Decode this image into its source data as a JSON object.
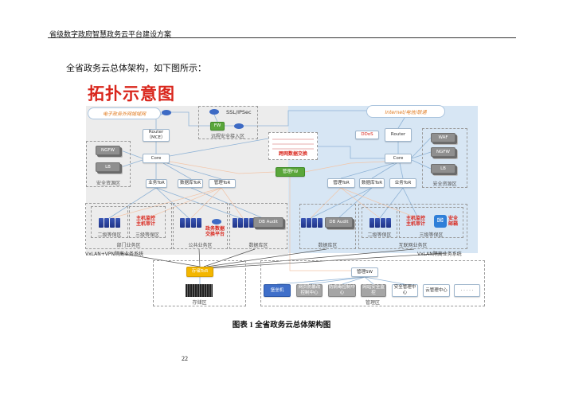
{
  "header": {
    "doc_title": "省级数字政府智慧政务云平台建设方案"
  },
  "intro": "全省政务云总体架构，如下图所示：",
  "caption": "图表 1 全省政务云总体架构图",
  "page_number": "22",
  "diagram": {
    "title": "拓扑示意图",
    "left": {
      "cloud": "电子政务外网城域网",
      "remote": {
        "ssl": "SSL/IPSec",
        "fw": "FW",
        "label": "远程安全接入区"
      },
      "router": "Router\n（MCE）",
      "core": "Core",
      "security": {
        "ngfw": "NGFW",
        "lb": "LB",
        "label": "安全资源区"
      },
      "tors": [
        "业务ToR",
        "数据库ToR",
        "管理ToR"
      ],
      "dept": {
        "label": "部门业务区",
        "level2": "二级等保区",
        "level3": "三级等保区",
        "host": "主机监控\n主机审计"
      },
      "public": {
        "label": "公共业务区",
        "exchange": "政务数据\n交换平台"
      },
      "db": {
        "label": "数据库区",
        "audit": "DB Audit"
      },
      "system": "VxLAN+VPN隔离业务系统"
    },
    "center": {
      "exchange": "跨网数据交换",
      "mgmt_fw": "管理FW"
    },
    "right": {
      "cloud": "Internet/电信/联通",
      "ddos": "DDoS",
      "router": "Router",
      "core": "Core",
      "security": {
        "waf": "WAF",
        "ngfw": "NGFW",
        "lb": "LB",
        "label": "安全资源区"
      },
      "tors": [
        "管理ToR",
        "数据库ToR",
        "业务ToR"
      ],
      "db": {
        "label": "数据库区",
        "audit": "DB Audit"
      },
      "internet": {
        "label": "互联网业务区",
        "level2": "二级等保区",
        "level3": "三级等保区",
        "host": "主机监控\n主机审计",
        "mail": "安全\n邮箱"
      },
      "system": "VxLAN隔离业务系统"
    },
    "storage": {
      "tor": "存储ToR",
      "label": "存储区"
    },
    "management": {
      "sw": "管理SW",
      "label": "管理区",
      "items": [
        "堡垒机",
        "网页防篡改控制中心",
        "防病毒控制中心",
        "网站安全监控",
        "安全管理中心",
        "云管理中心",
        "· · · · ·"
      ]
    },
    "colors": {
      "title": "#d9261c",
      "fw": "#5aa63a",
      "storage_tor": "#f3b600",
      "bastion": "#3f6fc9",
      "left_panel": "#ececec",
      "right_panel": "#d7e6f4"
    }
  }
}
